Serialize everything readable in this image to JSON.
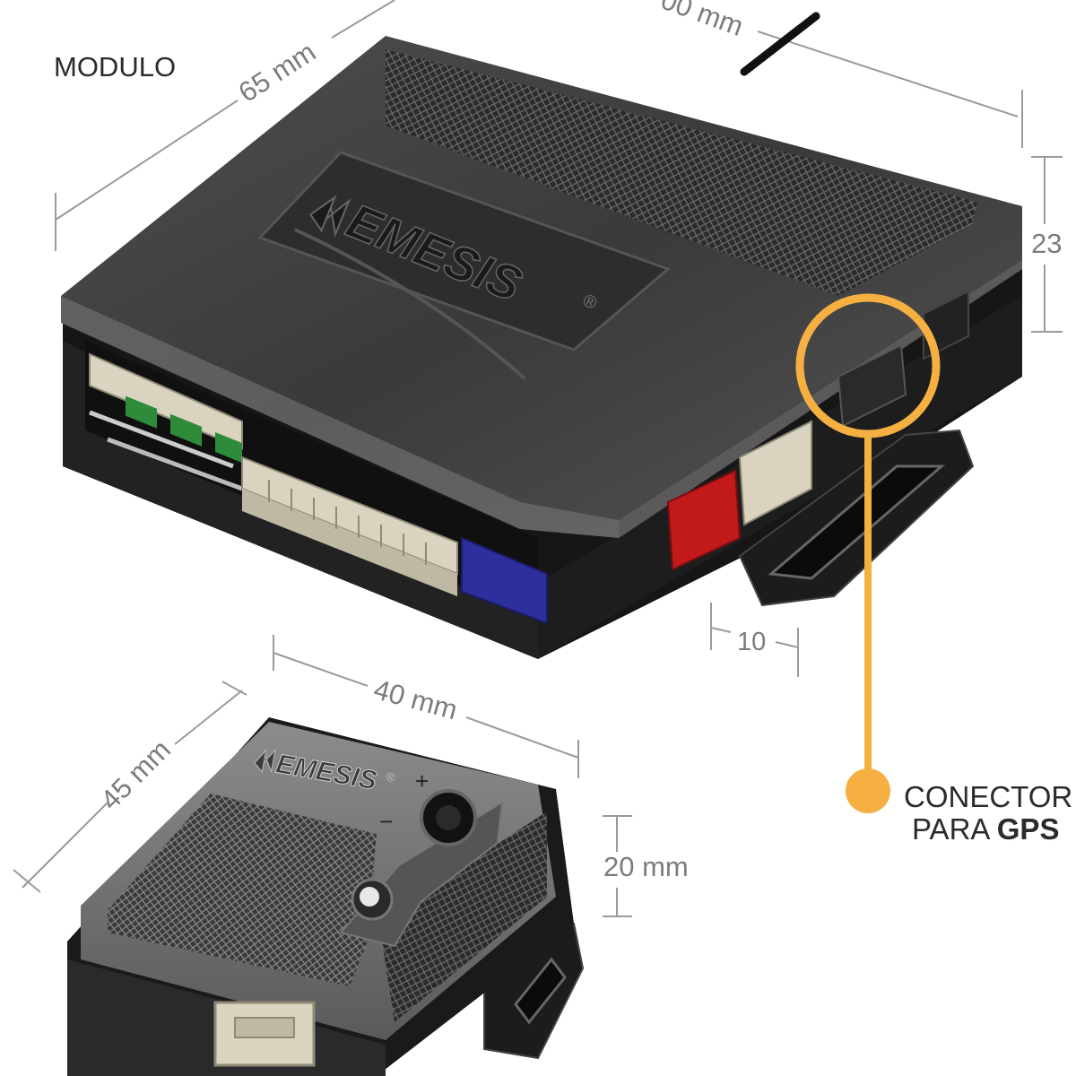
{
  "labels": {
    "modulo": "MODULO",
    "dim_length_partial": "00 mm",
    "dim_width_main": "65 mm",
    "dim_height_main": "23",
    "dim_bracket": "10",
    "dim_width_small": "40 mm",
    "dim_depth_small": "45 mm",
    "dim_height_small": "20 mm",
    "connector_line1": "CONECTOR",
    "connector_line2_prefix": "PARA ",
    "connector_line2_bold": "GPS"
  },
  "brand": {
    "logo_main": "EMESIS",
    "logo_small": "EMESIS",
    "registered": "®",
    "plus": "+",
    "minus": "−"
  },
  "colors": {
    "accent": "#f5b041",
    "dimension_line": "#9a9a9a",
    "body_dark": "#1c1c1c",
    "body_mid": "#4a4a4a",
    "body_light": "#6e6e6e",
    "connector_beige": "#d9d3bf",
    "connector_blue": "#2c2f9c",
    "connector_red": "#c21a1a",
    "connector_green": "#2e8b3a"
  }
}
